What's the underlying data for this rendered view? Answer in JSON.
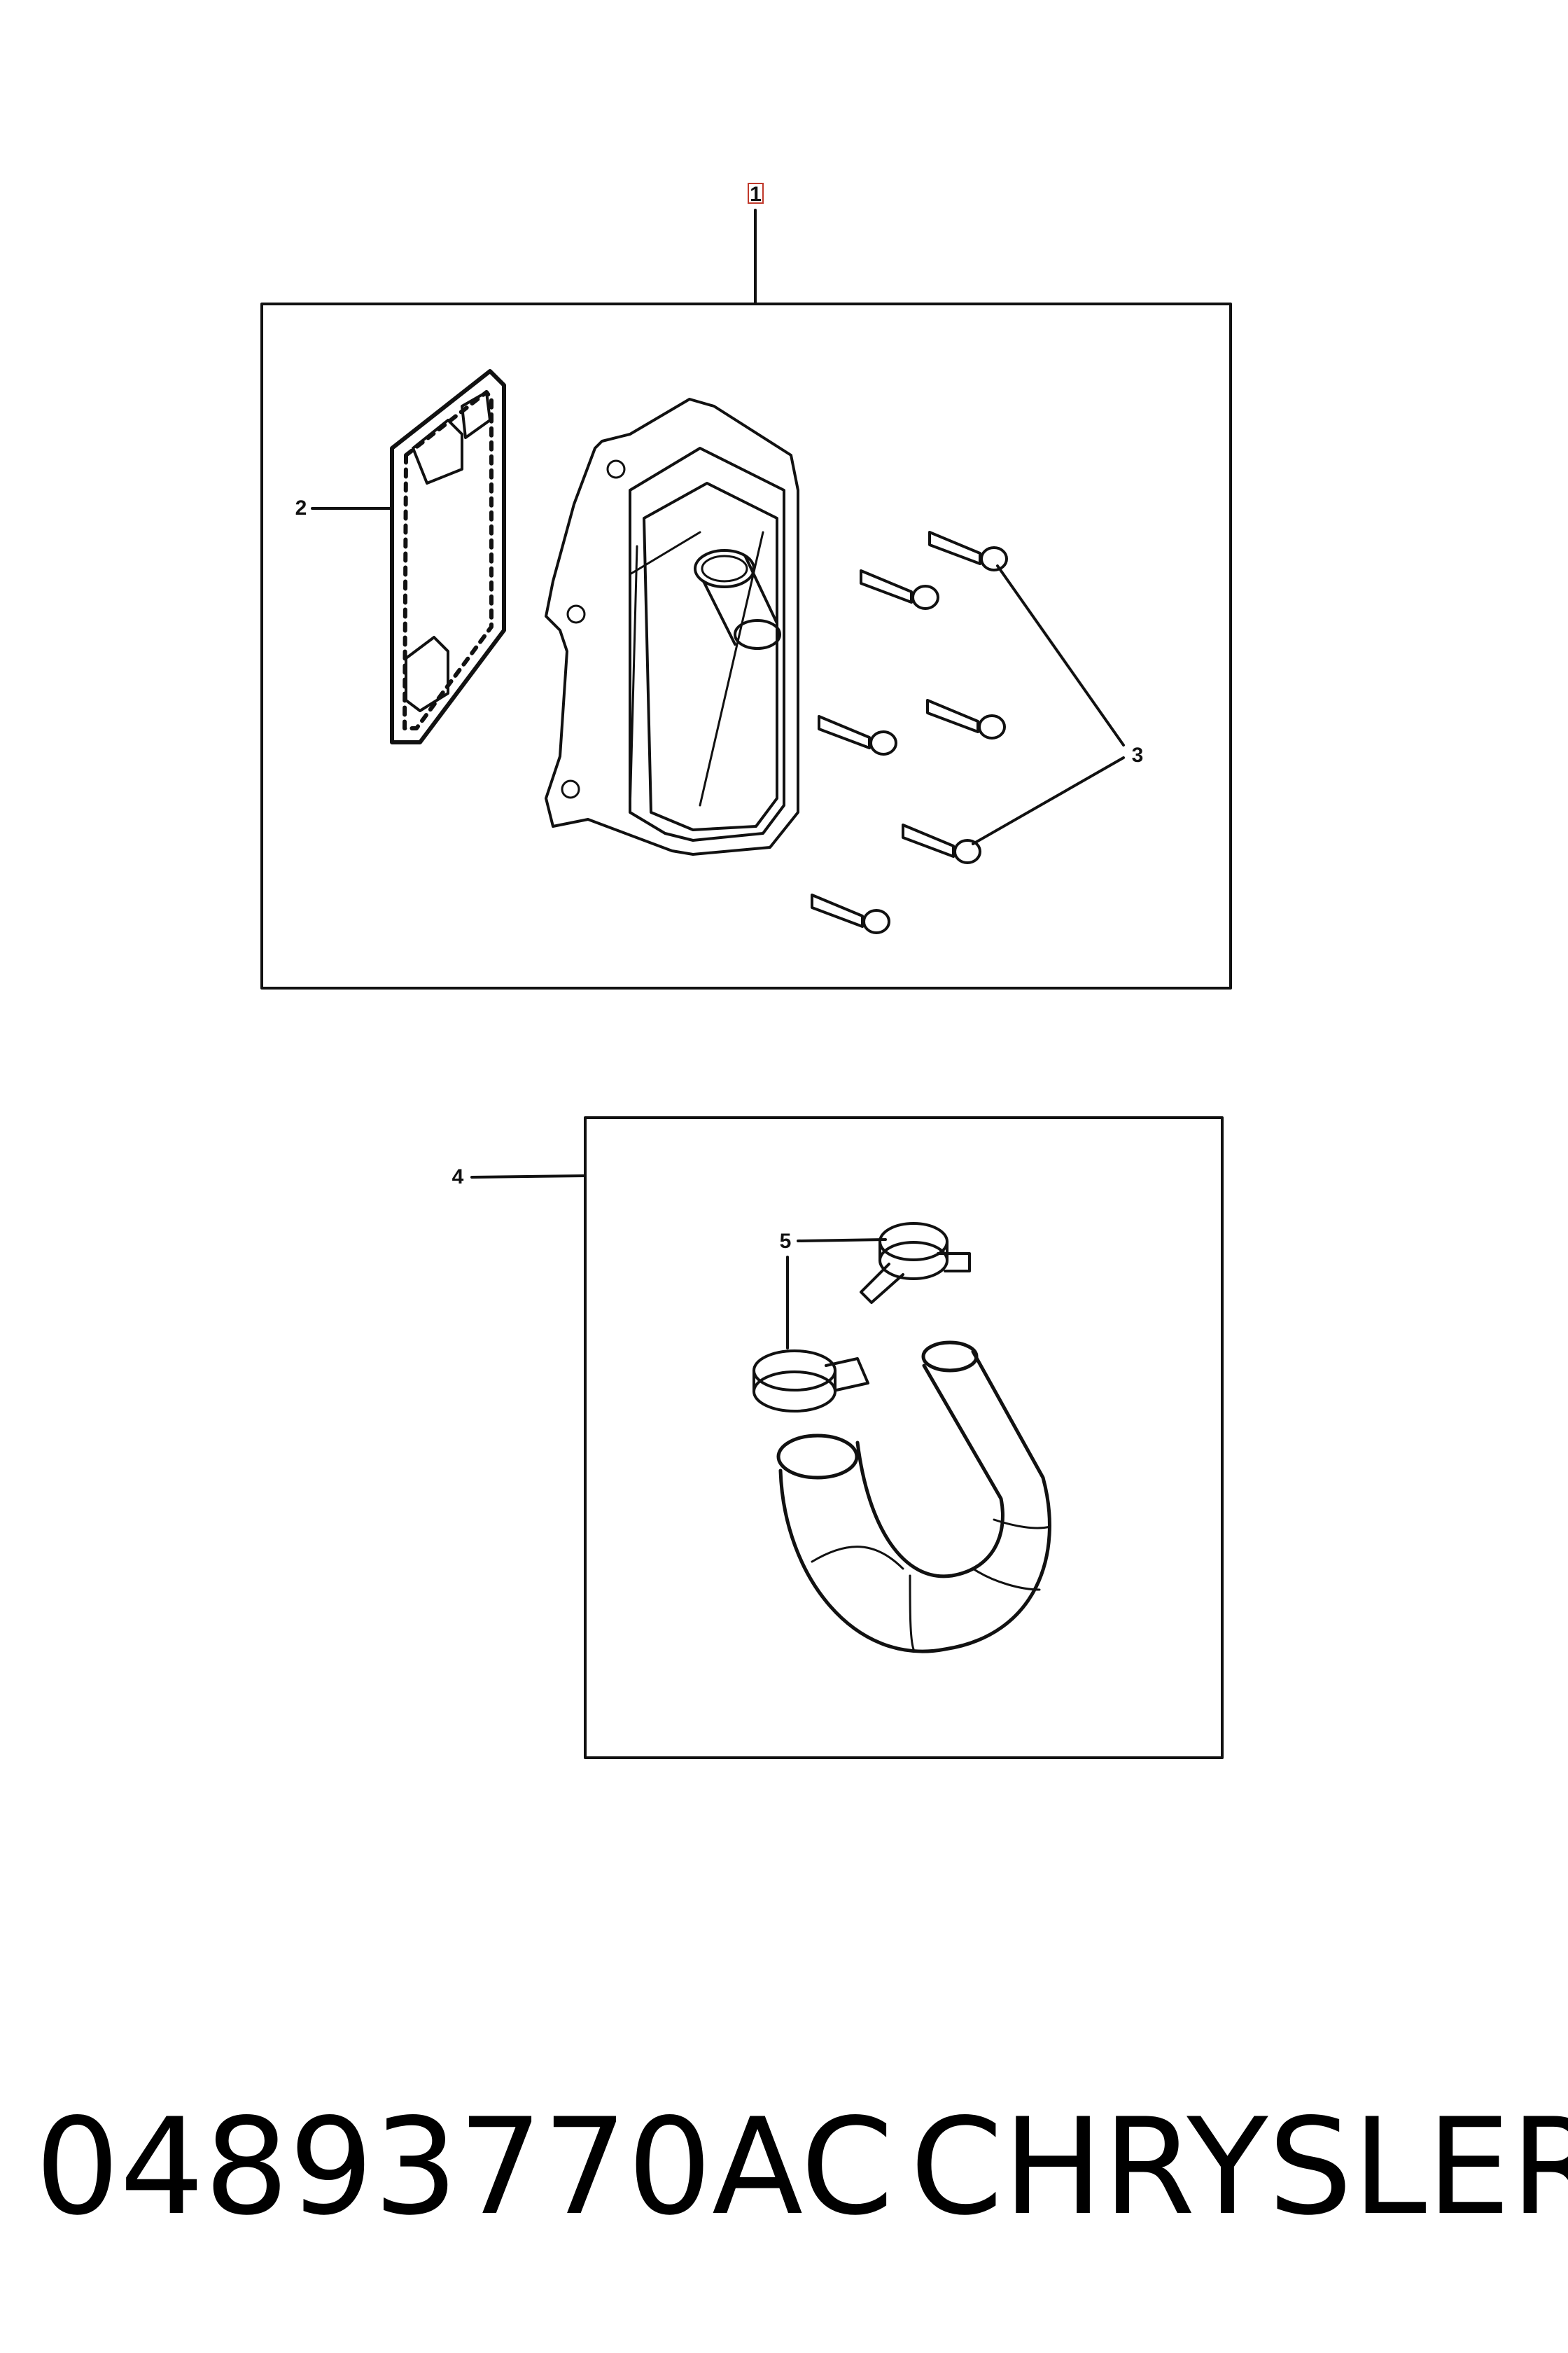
{
  "callouts": {
    "c1": "1",
    "c2": "2",
    "c3": "3",
    "c4": "4",
    "c5": "5"
  },
  "footer": {
    "part_number": "04893770AC",
    "brand": "CHRYSLER"
  },
  "colors": {
    "line": "#111111",
    "callout_1_highlight": "#c0392b"
  }
}
